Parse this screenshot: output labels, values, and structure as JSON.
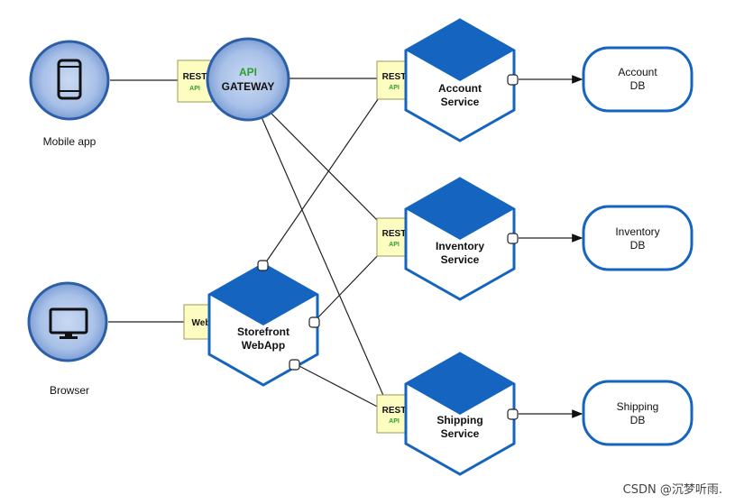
{
  "clients": {
    "mobile": {
      "label": "Mobile app",
      "icon": "smartphone-icon"
    },
    "browser": {
      "label": "Browser",
      "icon": "monitor-icon"
    }
  },
  "gateway": {
    "line1": "API",
    "line2": "GATEWAY"
  },
  "storefront": {
    "line1": "Storefront",
    "line2": "WebApp"
  },
  "interfaces": {
    "rest": "REST",
    "api": "API",
    "web": "Web"
  },
  "services": {
    "account": {
      "line1": "Account",
      "line2": "Service"
    },
    "inventory": {
      "line1": "Inventory",
      "line2": "Service"
    },
    "shipping": {
      "line1": "Shipping",
      "line2": "Service"
    }
  },
  "databases": {
    "account": {
      "line1": "Account",
      "line2": "DB"
    },
    "inventory": {
      "line1": "Inventory",
      "line2": "DB"
    },
    "shipping": {
      "line1": "Shipping",
      "line2": "DB"
    }
  },
  "watermark": "CSDN @沉梦听雨.",
  "colors": {
    "hex_blue": "#1565c0",
    "hex_outline": "#1565c0",
    "circle_fill": "#9fb8e0",
    "circle_border": "#2d5fa8",
    "api_box_fill": "#fdfdc2",
    "api_box_border": "#9a9a55",
    "api_green": "#2f9e2f",
    "line": "#222222"
  }
}
